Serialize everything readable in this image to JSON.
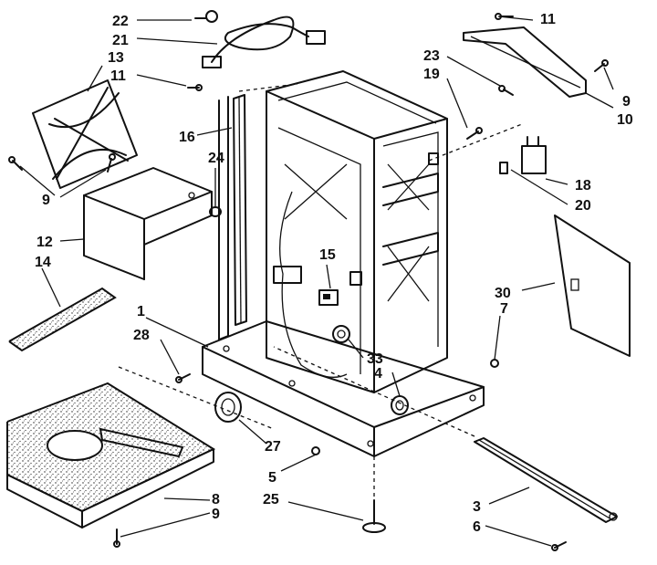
{
  "callouts": {
    "c1": "1",
    "c3": "3",
    "c4": "4",
    "c5": "5",
    "c6": "6",
    "c7": "7",
    "c8": "8",
    "c9a": "9",
    "c9b": "9",
    "c9c": "9",
    "c10": "10",
    "c11a": "11",
    "c11b": "11",
    "c12": "12",
    "c13": "13",
    "c14": "14",
    "c15": "15",
    "c16": "16",
    "c18": "18",
    "c19": "19",
    "c20": "20",
    "c21": "21",
    "c22": "22",
    "c23": "23",
    "c24": "24",
    "c25": "25",
    "c27": "27",
    "c28": "28",
    "c30": "30",
    "c33": "33"
  }
}
